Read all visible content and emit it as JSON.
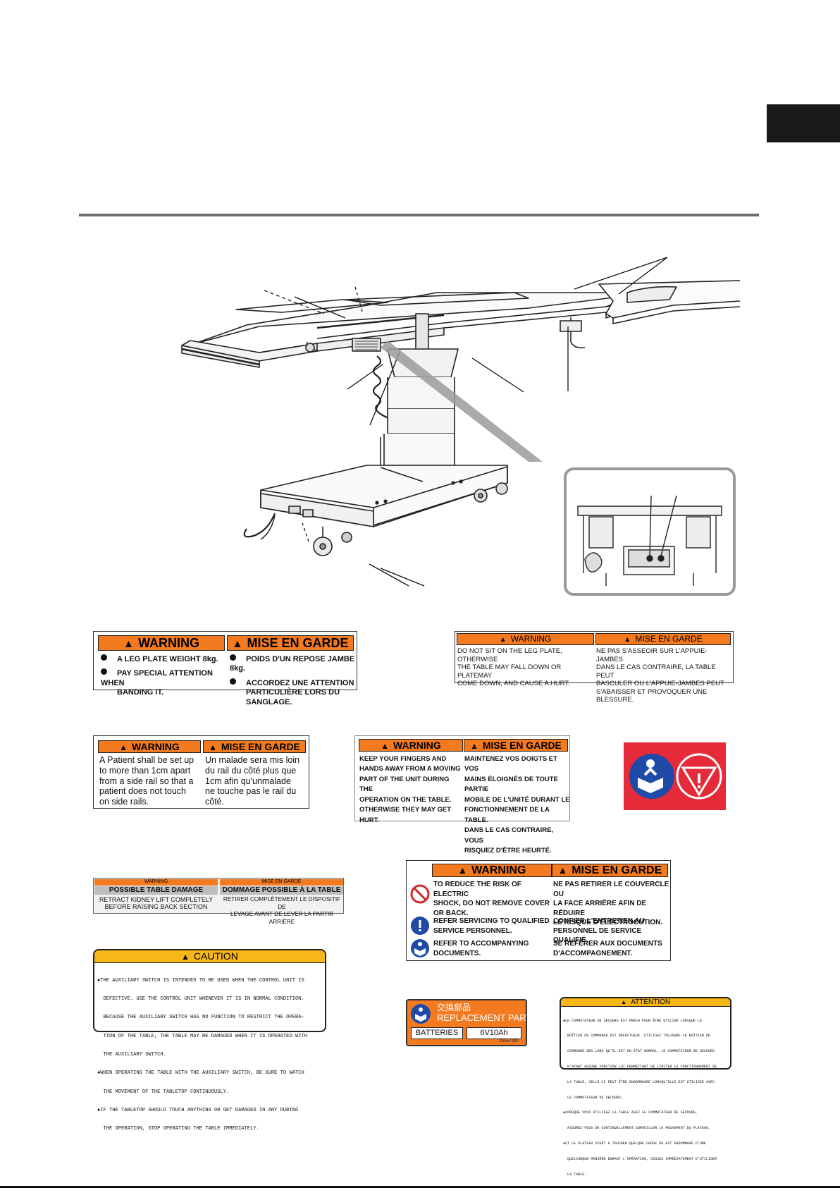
{
  "labels": {
    "leg_plate_weight": {
      "warning": "WARNING",
      "mise": "MISE EN GARDE",
      "en": [
        "A LEG PLATE WEIGHT 8kg.",
        "PAY SPECIAL ATTENTION WHEN",
        "BANDING IT."
      ],
      "fr": [
        "POIDS D'UN REPOSE JAMBE 8kg.",
        "ACCORDEZ UNE ATTENTION",
        "PARTICULIÈRE LORS DU SANGLAGE."
      ]
    },
    "leg_plate_sit": {
      "warning": "WARNING",
      "mise": "MISE EN GARDE",
      "en": [
        "DO NOT SIT ON THE LEG PLATE, OTHERWISE",
        "THE TABLE MAY FALL DOWN OR PLATEMAY",
        "COME DOWN, AND CAUSE A HURT."
      ],
      "fr": [
        "NE PAS S'ASSEOIR SUR L'APPUIE-JAMBES.",
        "DANS LE CAS CONTRAIRE, LA TABLE PEUT",
        "BASCULER OU L'APPUIE-JAMBES PEUT",
        "S'ABAISSER ET PROVOQUER UNE BLESSURE."
      ]
    },
    "side_rail": {
      "warning": "WARNING",
      "mise": "MISE EN GARDE",
      "en": [
        "A Patient shall be set up",
        "to more than  1cm apart",
        "from a side rail so that a",
        "patient does not touch",
        "on side rails."
      ],
      "fr": [
        "Un malade sera mis loin",
        "du rail du côté plus que",
        "1cm   afin   qu'unmalade",
        "ne touche pas le  rail du",
        "côté."
      ]
    },
    "fingers": {
      "warning": "WARNING",
      "mise": "MISE EN GARDE",
      "en": [
        "KEEP YOUR FINGERS AND",
        "HANDS AWAY FROM A MOVING",
        "PART OF THE UNIT DURING THE",
        "OPERATION ON THE TABLE.",
        "OTHERWISE THEY MAY GET",
        "HURT."
      ],
      "fr": [
        "MAINTENEZ VOS DOIGTS ET VOS",
        "MAINS ÉLOIGNÉS DE TOUTE PARTIE",
        "MOBILE DE L'UNITÉ DURANT LE",
        "FONCTIONNEMENT DE LA TABLE.",
        "DANS LE CAS CONTRAIRE, VOUS",
        "RISQUEZ D'ÊTRE HEURTÉ."
      ]
    },
    "table_damage": {
      "warning": "WARNING",
      "mise": "MISE EN GARDE",
      "en_title": "POSSIBLE TABLE DAMAGE",
      "fr_title": "DOMMAGE POSSIBLE À LA TABLE",
      "en": [
        "RETRACT KIDNEY LIFT COMPLETELY",
        "BEFORE RAISING BACK SECTION"
      ],
      "fr": [
        "RETIRER COMPLÈTEMENT LE DISPOSITIF DE",
        "LEVAGE AVANT DE LEVER LA PARTIR ARRIÈRE"
      ]
    },
    "electric_shock": {
      "warning": "WARNING",
      "mise": "MISE EN GARDE",
      "rows": [
        {
          "en": [
            "TO REDUCE THE RISK OF ELECTRIC",
            "SHOCK, DO NOT REMOVE COVER",
            "OR BACK."
          ],
          "fr": [
            "NE PAS RETIRER LE COUVERCLE OU",
            "LA FACE ARRIÈRE AFIN DE RÉDUIRE",
            "LE RISQUE D'ÉLECTROCUTION."
          ]
        },
        {
          "en": [
            "REFER SERVICING TO QUALIFIED",
            "SERVICE PERSONNEL."
          ],
          "fr": [
            "CONFIER L'ENTRETIEN AU",
            "PERSONNEL DE SERVICE QUALIFIÉ."
          ]
        },
        {
          "en": [
            "REFER TO ACCOMPANYING",
            "DOCUMENTS."
          ],
          "fr": [
            "SE RÉFÉRER AUX DOCUMENTS",
            "D'ACCOMPAGNEMENT."
          ]
        }
      ]
    },
    "caution": {
      "title": "CAUTION",
      "lines": [
        "●THE AUXILIARY SWITCH IS INTENDED TO BE USED WHEN THE CONTROL UNIT IS",
        "  DEFECTIVE. USE THE CONTROL UNIT WHENEVER IT IS IN NORMAL CONDITION.",
        "  BECAUSE THE AUXILIARY SWITCH HAS NO FUNCTION TO RESTRICT THE OPERA-",
        "  TION OF THE TABLE, THE TABLE MAY BE DAMAGED WHEN IT IS OPERATED WITH",
        "  THE AUXILIARY SWITCH.",
        "●WHEN OPERATING THE TABLE WITH THE AUXILIARY SWITCH, BE SURE TO WATCH",
        "  THE MOVEMENT OF THE TABLETOP CONTINUOUSLY.",
        "●IF THE TABLETOP SHOULD TOUCH ANYTHING OR GET DAMAGED IN ANY DURING",
        "  THE OPERATION, STOP OPERATING THE TABLE IMMEDIATELY."
      ]
    },
    "attention": {
      "title": "ATTENTION",
      "lines": [
        "●LE COMMUTATEUR DE SECOURS EST PRÉVU POUR ÊTRE UTILISÉ LORSQUE LE",
        "  BOÎTIER DE COMMANDE EST DÉFECTUEUX. UTILISEZ TOUJOURS LE BOÎTIER DE",
        "  COMMANDE DES LORS QU'IL EST EN ÉTAT NORMAL. LE COMMUTATEUR DE SECOURS",
        "  N'AYANT AUCUNE FONCTION LUI PERMETTANT DE LIMITER LE FONCTIONNEMENT DE",
        "  LA TABLE, CELLE-CI PEUT ÊTRE ENDOMMAGÉE LORSQU'ELLE EST UTILISÉE AVEC",
        "  LE COMMUTATEUR DE SECOURS.",
        "●LORSQUE VOUS UTILISEZ LA TABLE AVEC LE COMMUTATEUR DE SECOURS,",
        "  ASSUREZ-VOUS DE CONTINUELLEMENT SURVEILLER LE MOUVEMENT DU PLATEAU.",
        "●SI LE PLATEAU VIENT À TOUCHER QUELQUE CHOSE OU EST ENDOMMAGÉ D'UNE",
        "  QUELCONQUE MANIÈRE DURANT L'OPÉRATION, CESSEZ IMMÉDIATEMENT D'UTILISER",
        "  LA TABLE."
      ]
    },
    "replacement": {
      "jp": "交換部品",
      "title": "REPLACEMENT PART",
      "batteries": "BATTERIES",
      "value": "6V10Ah",
      "code": "C655739A"
    }
  },
  "colors": {
    "warning_orange": "#f47a20",
    "caution_yellow": "#f7b716",
    "symbol_red": "#e52a39",
    "info_blue": "#1f4aa8",
    "prohibit_red": "#d22a2a"
  },
  "icons": [
    "read-manual-icon",
    "emergency-stop-icon",
    "no-access-icon",
    "mandatory-info-icon",
    "refer-documents-icon",
    "warning-triangle-icon"
  ]
}
